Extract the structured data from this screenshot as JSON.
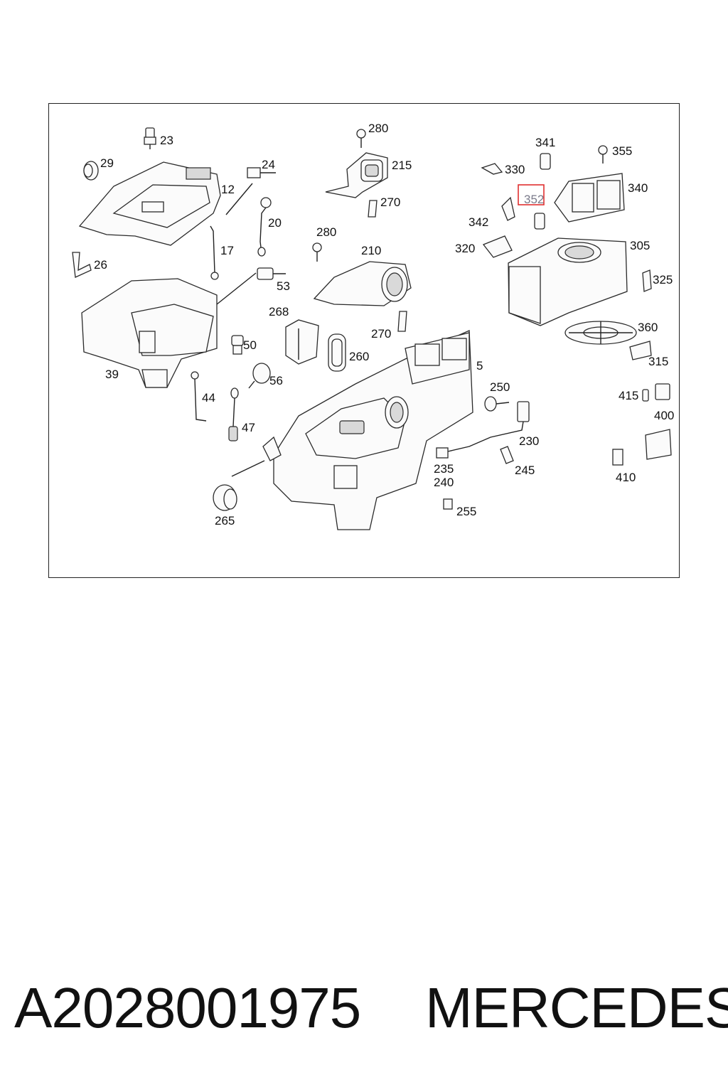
{
  "diagram": {
    "callouts": {
      "c23": "23",
      "c29": "29",
      "c12": "12",
      "c24": "24",
      "c20": "20",
      "c17": "17",
      "c26": "26",
      "c53": "53",
      "c39": "39",
      "c50": "50",
      "c56": "56",
      "c44": "44",
      "c47": "47",
      "c265": "265",
      "c280a": "280",
      "c215": "215",
      "c270a": "270",
      "c280b": "280",
      "c210": "210",
      "c268": "268",
      "c270b": "270",
      "c260": "260",
      "c5": "5",
      "c250": "250",
      "c230": "230",
      "c235": "235",
      "c240": "240",
      "c245": "245",
      "c255": "255",
      "c341": "341",
      "c355": "355",
      "c330": "330",
      "c352": "352",
      "c340": "340",
      "c342": "342",
      "c320": "320",
      "c305": "305",
      "c325": "325",
      "c360": "360",
      "c315": "315",
      "c415": "415",
      "c400": "400",
      "c410": "410"
    },
    "highlight_color": "#e03030"
  },
  "footer": {
    "part_number": "A2028001975",
    "brand": "MERCEDES"
  }
}
